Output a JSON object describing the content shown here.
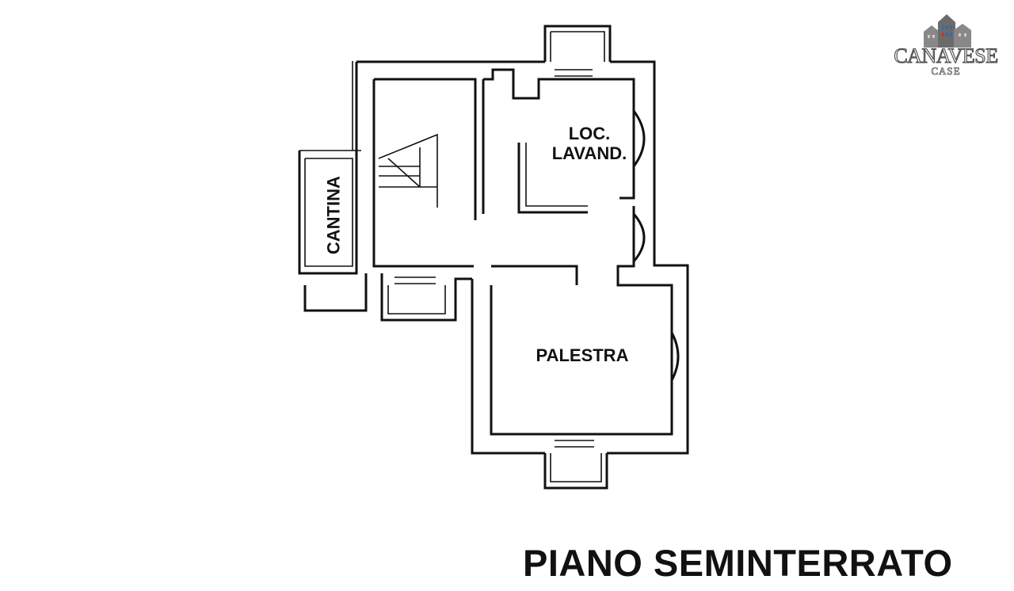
{
  "plan": {
    "rooms": {
      "laundry": "LOC.\nLAVAND.",
      "gym": "PALESTRA",
      "cellar": "CANTINA"
    },
    "title": "PIANO SEMINTERRATO"
  },
  "logo": {
    "name": "CANAVESE",
    "sub": "CASE"
  },
  "colors": {
    "ink": "#111111",
    "background": "#ffffff",
    "logo_gray": "#555555"
  }
}
